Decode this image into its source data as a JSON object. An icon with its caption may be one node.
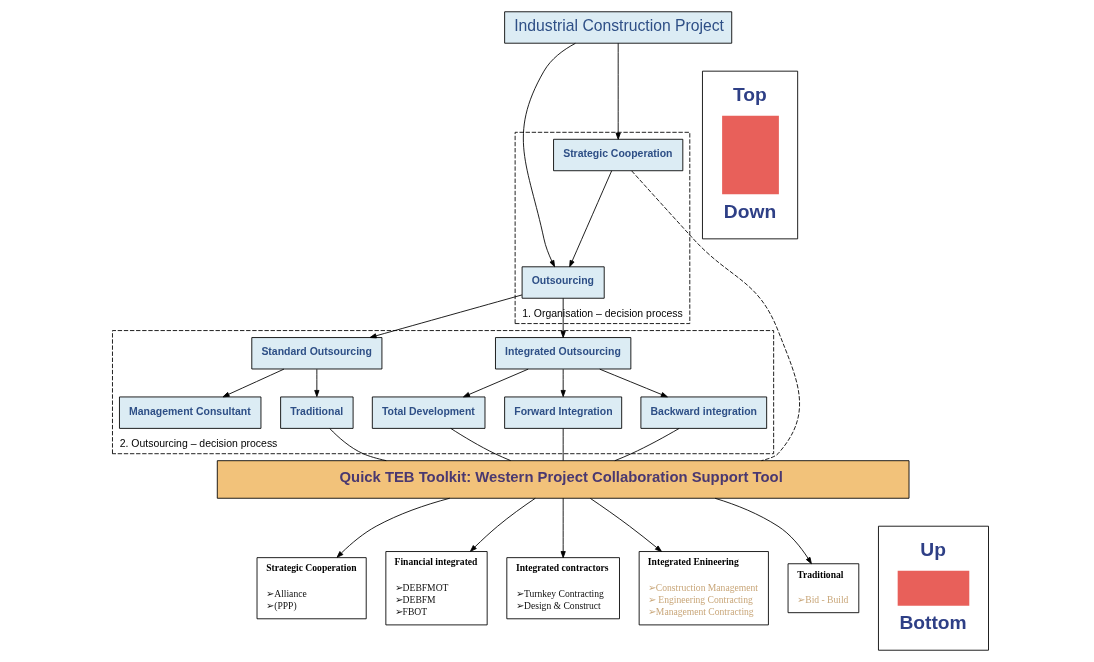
{
  "diagram": {
    "nodes": [
      {
        "text": [
          "Industrial Construction Project"
        ]
      },
      {
        "text": [
          "1. Organisation – decision process"
        ]
      },
      {
        "text": [
          "Strategic Cooperation"
        ],
        "in": 1
      },
      {
        "text": [
          "Outsourcing"
        ],
        "in": 1
      },
      {
        "text": [
          "2. Outsourcing – decision process"
        ]
      },
      {
        "text": [
          "Integrated Outsourcing"
        ],
        "in": 4
      },
      {
        "text": [
          "Standard Outsourcing"
        ],
        "in": 4
      },
      {
        "text": [
          "Total Development"
        ],
        "in": 4
      },
      {
        "text": [
          "Forward Integration"
        ],
        "in": 4
      },
      {
        "text": [
          "Backward integration"
        ],
        "in": 4
      },
      {
        "text": [
          "Management Consultant"
        ],
        "in": 4
      },
      {
        "text": [
          "Traditional"
        ],
        "in": 4
      },
      {
        "text": [
          "Quick TEB Toolkit: Western Project Collaboration Support Tool"
        ]
      },
      {
        "text": [
          "Strategic Cooperation",
          "➢Alliance",
          "➢(PPP)"
        ]
      },
      {
        "text": [
          "Financial integrated",
          "➢DEBFMOT",
          "➢DEBFM",
          "➢FBOT"
        ]
      },
      {
        "text": [
          "Integrated contractors",
          "➢Turnkey Contracting",
          "➢Design & Construct"
        ]
      },
      {
        "text": [
          "Integrated Enineering",
          "➢Construction Management",
          "➢ Engineering Contracting",
          "➢Management Contracting"
        ]
      },
      {
        "text": [
          "Traditional",
          "➢Bid - Build"
        ]
      },
      {
        "text": [
          "Top",
          "Down"
        ]
      },
      {
        "text": [
          "Up",
          "Bottom"
        ]
      }
    ],
    "edges": [
      {
        "from": 0,
        "to": 2,
        "arrow": "to"
      },
      {
        "from": 0,
        "to": 3,
        "arrow": "to"
      },
      {
        "from": 2,
        "to": 3,
        "arrow": "to"
      },
      {
        "from": 3,
        "to": 5,
        "arrow": "to"
      },
      {
        "from": 3,
        "to": 6,
        "arrow": "to"
      },
      {
        "from": 5,
        "to": 7,
        "arrow": "to"
      },
      {
        "from": 5,
        "to": 8,
        "arrow": "to"
      },
      {
        "from": 5,
        "to": 9,
        "arrow": "to"
      },
      {
        "from": 6,
        "to": 10,
        "arrow": "to"
      },
      {
        "from": 6,
        "to": 11,
        "arrow": "to"
      },
      {
        "from": 2,
        "to": 12,
        "arrow": "none",
        "style": "dashed"
      },
      {
        "from": 7,
        "to": 12,
        "arrow": "none"
      },
      {
        "from": 8,
        "to": 12,
        "arrow": "none"
      },
      {
        "from": 9,
        "to": 12,
        "arrow": "none"
      },
      {
        "from": 11,
        "to": 12,
        "arrow": "none"
      },
      {
        "from": 12,
        "to": 13,
        "arrow": "to"
      },
      {
        "from": 12,
        "to": 14,
        "arrow": "to"
      },
      {
        "from": 12,
        "to": 15,
        "arrow": "to"
      },
      {
        "from": 12,
        "to": 16,
        "arrow": "to"
      },
      {
        "from": 12,
        "to": 17,
        "arrow": "to"
      }
    ]
  }
}
